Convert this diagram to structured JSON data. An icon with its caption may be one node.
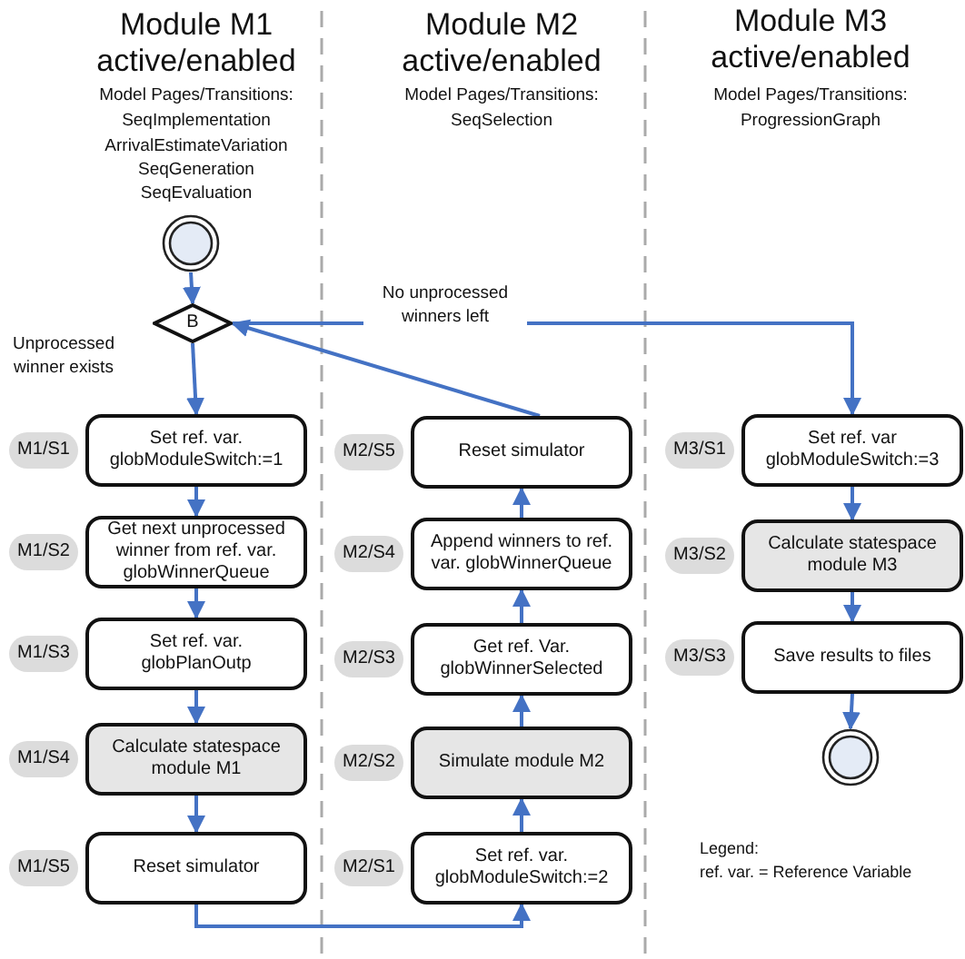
{
  "diagram": {
    "nodes": [
      {
        "text": [],
        "shape": "circle"
      },
      {
        "text": [
          "B"
        ]
      },
      {
        "text": [
          "Set ref. var. globModuleSwitch:=1"
        ],
        "beside": [
          "M1/S1"
        ]
      },
      {
        "text": [
          "Get next unprocessed winner from ref. var. globWinnerQueue"
        ],
        "beside": [
          "M1/S2"
        ]
      },
      {
        "text": [
          "Set ref. var. globPlanOutp"
        ],
        "beside": [
          "M1/S3"
        ]
      },
      {
        "text": [
          "Calculate statespace module M1"
        ],
        "beside": [
          "M1/S4"
        ]
      },
      {
        "text": [
          "Reset simulator"
        ],
        "beside": [
          "M1/S5"
        ]
      },
      {
        "text": [
          "Set ref. var. globModuleSwitch:=2"
        ],
        "beside": [
          "M2/S1"
        ]
      },
      {
        "text": [
          "Simulate module M2"
        ],
        "beside": [
          "M2/S2"
        ]
      },
      {
        "text": [
          "Get ref. Var. globWinnerSelected"
        ],
        "beside": [
          "M2/S3"
        ]
      },
      {
        "text": [
          "Append winners to ref. var. globWinnerQueue"
        ],
        "beside": [
          "M2/S4"
        ]
      },
      {
        "text": [
          "Reset simulator"
        ],
        "beside": [
          "M2/S5"
        ]
      },
      {
        "text": [
          "Set ref. var globModuleSwitch:=3"
        ],
        "beside": [
          "M3/S1"
        ]
      },
      {
        "text": [
          "Calculate statespace module M3"
        ],
        "beside": [
          "M3/S2"
        ]
      },
      {
        "text": [
          "Save results to files"
        ],
        "beside": [
          "M3/S3"
        ]
      },
      {
        "text": [],
        "shape": "circle"
      }
    ],
    "edges": [
      {
        "from": 0,
        "to": 1,
        "arrow": "to"
      },
      {
        "from": 1,
        "to": 2,
        "arrow": "to",
        "label": "Unprocessed winner exists"
      },
      {
        "from": 2,
        "to": 3,
        "arrow": "to"
      },
      {
        "from": 3,
        "to": 4,
        "arrow": "to"
      },
      {
        "from": 4,
        "to": 5,
        "arrow": "to"
      },
      {
        "from": 5,
        "to": 6,
        "arrow": "to"
      },
      {
        "from": 6,
        "to": 7,
        "arrow": "to"
      },
      {
        "from": 7,
        "to": 8,
        "arrow": "to"
      },
      {
        "from": 8,
        "to": 9,
        "arrow": "to"
      },
      {
        "from": 9,
        "to": 10,
        "arrow": "to"
      },
      {
        "from": 10,
        "to": 11,
        "arrow": "to"
      },
      {
        "from": 11,
        "to": 1,
        "arrow": "to"
      },
      {
        "from": 1,
        "to": 12,
        "arrow": "to",
        "label": "No unprocessed winners left"
      },
      {
        "from": 12,
        "to": 13,
        "arrow": "to"
      },
      {
        "from": 13,
        "to": 14,
        "arrow": "to"
      },
      {
        "from": 14,
        "to": 15,
        "arrow": "to"
      }
    ],
    "labels": [
      "Module M1 active/enabled",
      "Model Pages/Transitions:",
      "SeqImplementation",
      "ArrivalEstimateVariation",
      "SeqGeneration",
      "SeqEvaluation",
      "Module M2 active/enabled",
      "Model Pages/Transitions:",
      "SeqSelection",
      "Module M3 active/enabled",
      "Model Pages/Transitions:",
      "ProgressionGraph",
      "Legend:",
      "ref. var. = Reference Variable"
    ]
  }
}
